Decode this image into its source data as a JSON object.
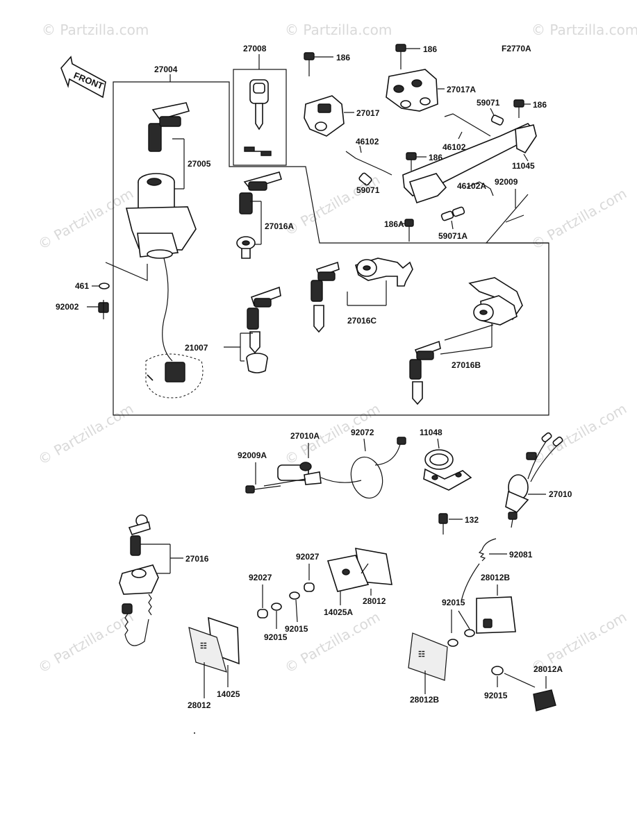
{
  "figure_code": "F2770A",
  "direction_label": "FRONT",
  "watermark_text": "© Partzilla.com",
  "parts": {
    "p27008": "27008",
    "p27004": "27004",
    "p186_a": "186",
    "p186_b": "186",
    "p186_c": "186",
    "p186_d": "186",
    "p27017A": "27017A",
    "p27017": "27017",
    "p59071_a": "59071",
    "p27005": "27005",
    "p46102_a": "46102",
    "p46102_b": "46102",
    "p11045": "11045",
    "p27016A": "27016A",
    "p59071_b": "59071",
    "p46102A": "46102A",
    "p92009": "92009",
    "p186A": "186A",
    "p59071A": "59071A",
    "p461": "461",
    "p92002": "92002",
    "p27016C": "27016C",
    "p21007": "21007",
    "p27016B": "27016B",
    "p27010A": "27010A",
    "p92072": "92072",
    "p11048": "11048",
    "p92009A": "92009A",
    "p27010": "27010",
    "p132": "132",
    "p27016": "27016",
    "p92027_a": "92027",
    "p92027_b": "92027",
    "p92081": "92081",
    "p28012_a": "28012",
    "p14025A": "14025A",
    "p28012B_a": "28012B",
    "p92015_a": "92015",
    "p92015_b": "92015",
    "p92015_c": "92015",
    "p92015_d": "92015",
    "p14025": "14025",
    "p28012_b": "28012",
    "p28012B_b": "28012B",
    "p28012A": "28012A"
  }
}
